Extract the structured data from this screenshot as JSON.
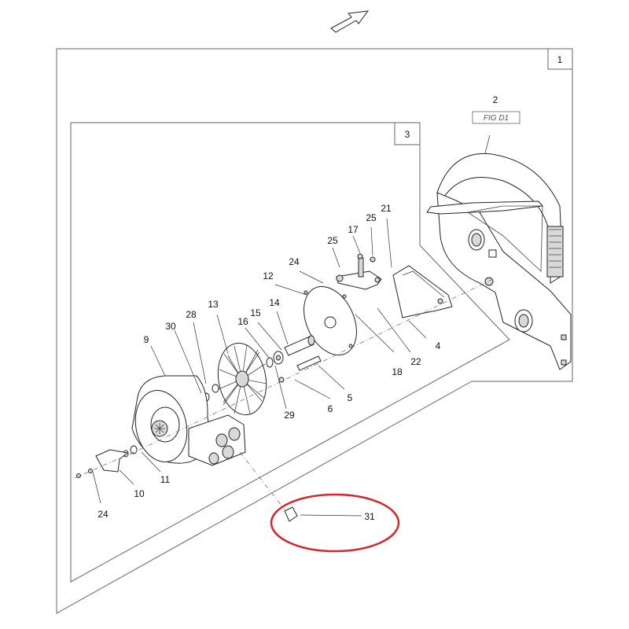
{
  "boxes": {
    "outer_label": "1",
    "inner_label": "3"
  },
  "fig_ref": "FIG D1",
  "highlight_color": "#d6262b",
  "parts": {
    "p2": "2",
    "p4": "4",
    "p5": "5",
    "p6": "6",
    "p9": "9",
    "p10": "10",
    "p11": "11",
    "p12": "12",
    "p13": "13",
    "p14": "14",
    "p15": "15",
    "p16": "16",
    "p17": "17",
    "p18": "18",
    "p21": "21",
    "p22": "22",
    "p24a": "24",
    "p24b": "24",
    "p25a": "25",
    "p25b": "25",
    "p28": "28",
    "p29": "29",
    "p30": "30",
    "p31": "31"
  }
}
